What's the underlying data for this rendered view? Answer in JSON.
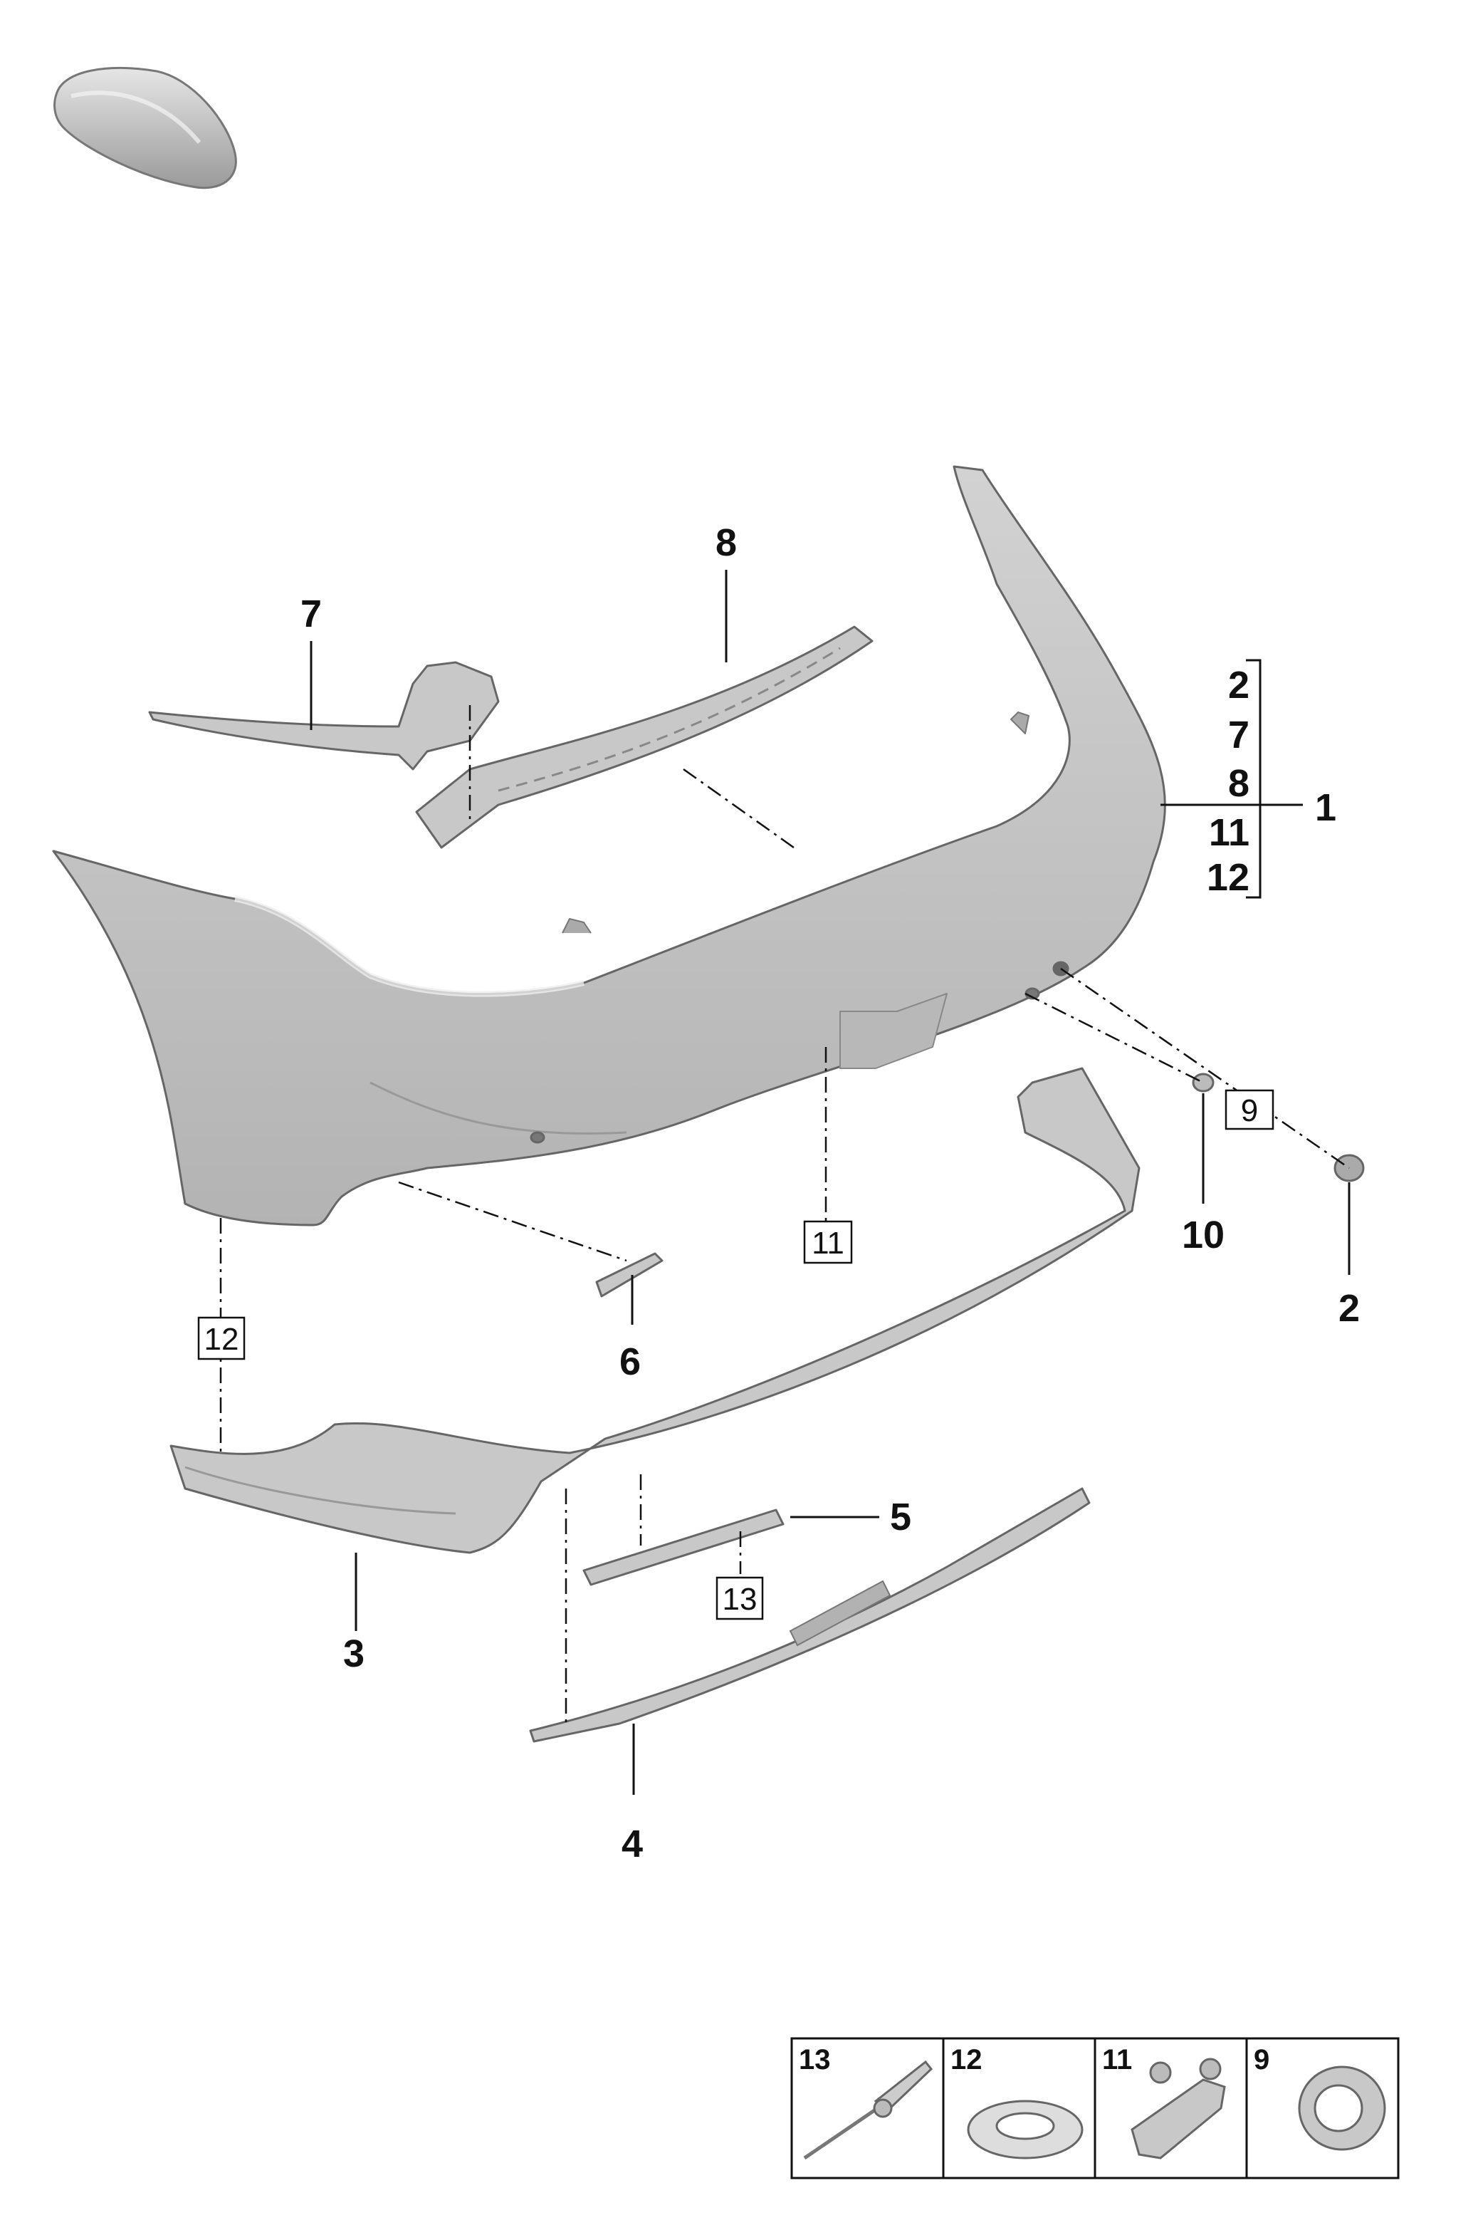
{
  "callouts": {
    "p1": "1",
    "p2": "2",
    "p3": "3",
    "p4": "4",
    "p5": "5",
    "p6": "6",
    "p7": "7",
    "p8": "8",
    "p10": "10"
  },
  "part1_group": [
    "2",
    "7",
    "8",
    "11",
    "12"
  ],
  "boxed_refs": {
    "b9": "9",
    "b11": "11",
    "b12": "12",
    "b13": "13"
  },
  "legend": [
    {
      "num": "13",
      "icon": "rivet-icon"
    },
    {
      "num": "12",
      "icon": "clip-ring-icon"
    },
    {
      "num": "11",
      "icon": "bracket-clip-icon"
    },
    {
      "num": "9",
      "icon": "grommet-icon"
    }
  ],
  "colors": {
    "part_fill": "#c8c8c8",
    "line": "#111111"
  }
}
